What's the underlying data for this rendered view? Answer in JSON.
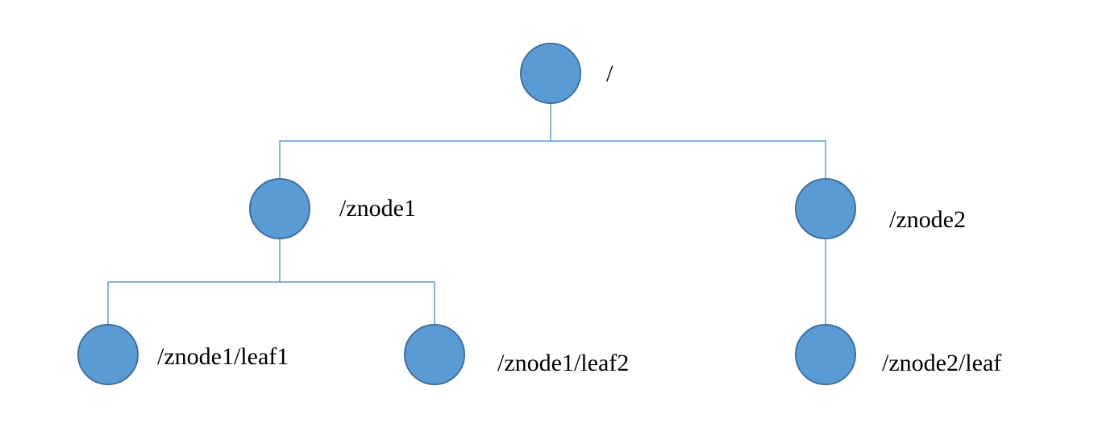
{
  "colors": {
    "node_fill": "#5b9bd5",
    "node_stroke": "#41719c",
    "edge": "#5b9bd5",
    "label": "#000000"
  },
  "tree": {
    "root": {
      "label": "/"
    },
    "znode1": {
      "label": "/znode1"
    },
    "znode2": {
      "label": "/znode2"
    },
    "znode1_leaf1": {
      "label": "/znode1/leaf1"
    },
    "znode1_leaf2": {
      "label": "/znode1/leaf2"
    },
    "znode2_leaf": {
      "label": "/znode2/leaf"
    }
  },
  "edges": [
    {
      "from": "root",
      "to": "znode1"
    },
    {
      "from": "root",
      "to": "znode2"
    },
    {
      "from": "znode1",
      "to": "znode1_leaf1"
    },
    {
      "from": "znode1",
      "to": "znode1_leaf2"
    },
    {
      "from": "znode2",
      "to": "znode2_leaf"
    }
  ]
}
